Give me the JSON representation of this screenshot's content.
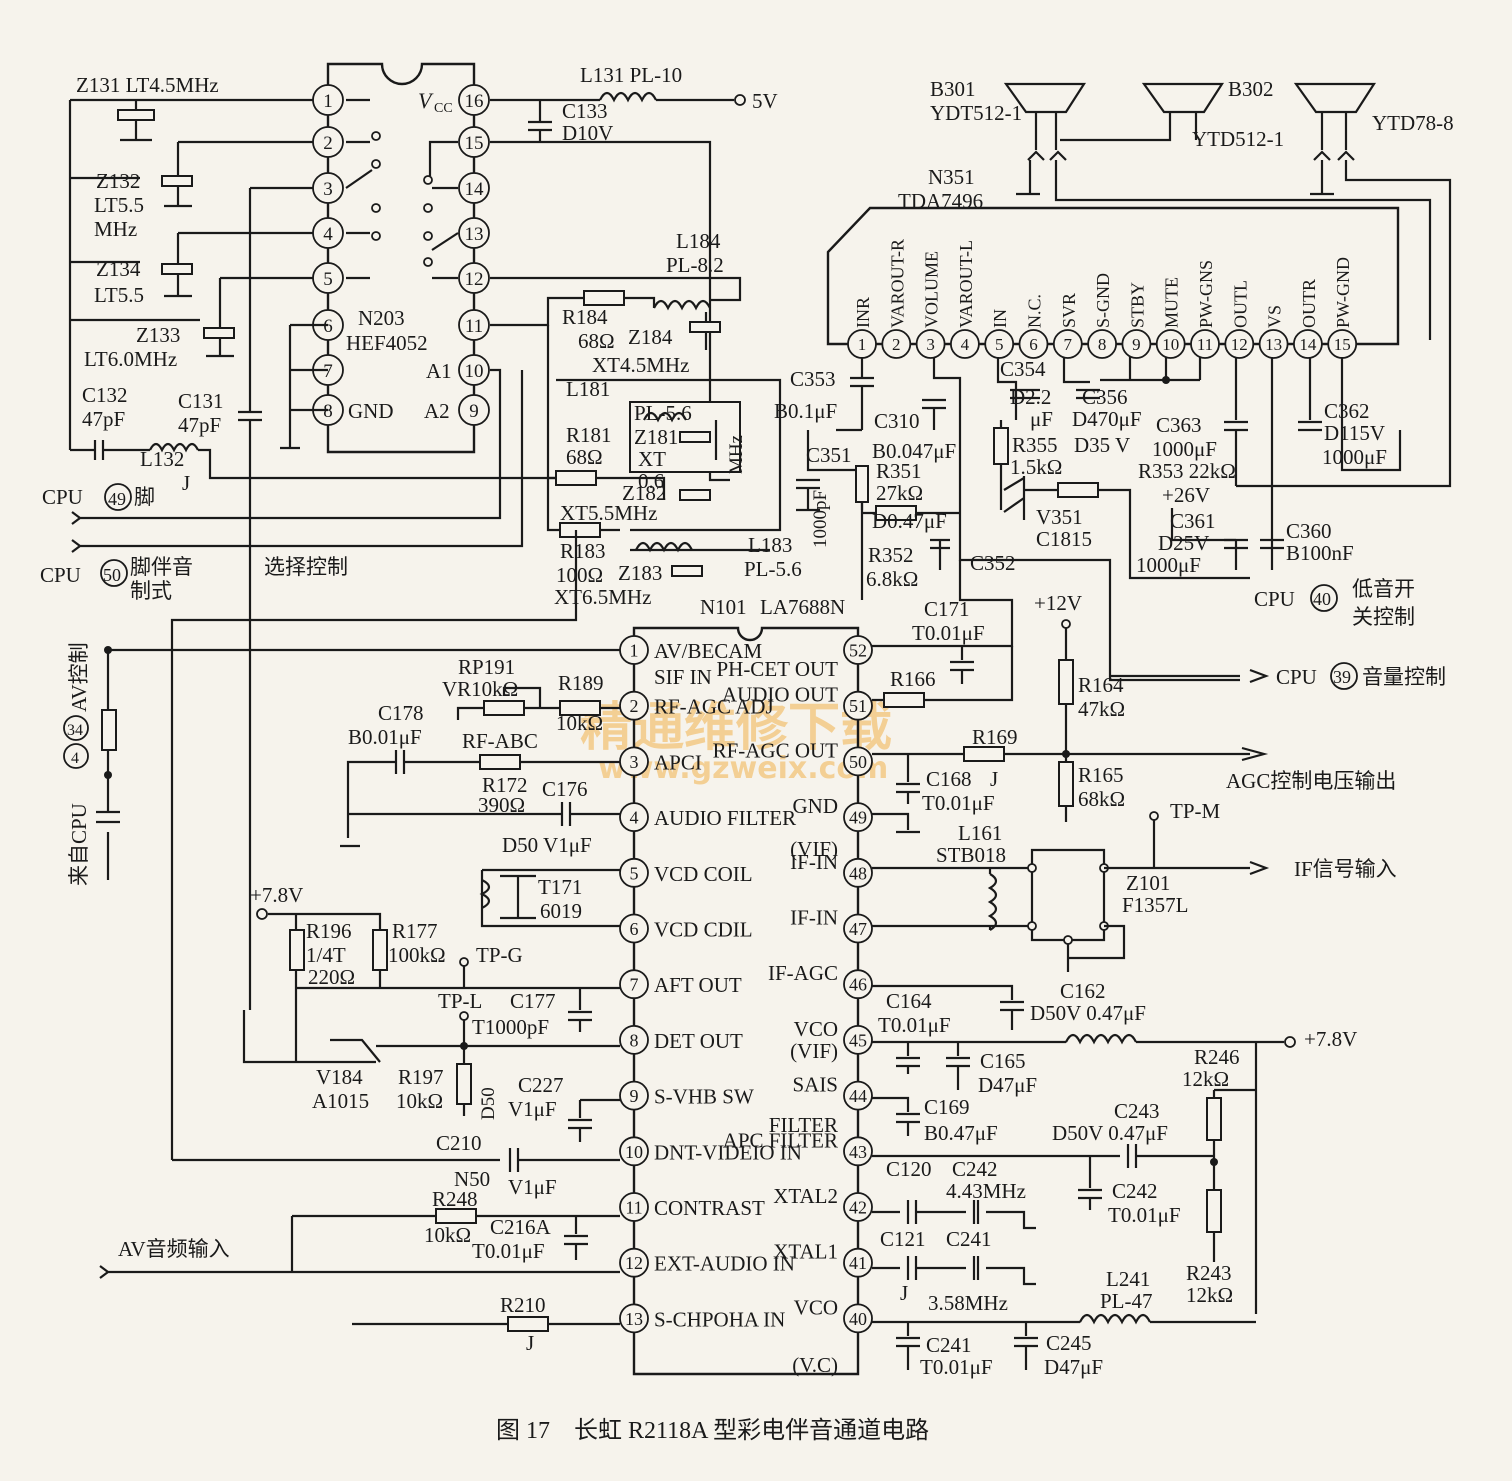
{
  "caption": "图 17　长虹 R2118A 型彩电伴音通道电路",
  "watermark": {
    "line1": "精通维修下载",
    "line2": "www.gzweix.com"
  },
  "n203": {
    "ref": "N203",
    "part": "HEF4052",
    "vcc": "V",
    "vcc_sub": "CC",
    "gnd": "GND",
    "a1": "A1",
    "a2": "A2",
    "pins": [
      "1",
      "2",
      "3",
      "4",
      "5",
      "6",
      "7",
      "8",
      "9",
      "10",
      "11",
      "12",
      "13",
      "14",
      "15",
      "16"
    ]
  },
  "n351": {
    "ref": "N351",
    "part": "TDA7496",
    "pins": [
      "1",
      "2",
      "3",
      "4",
      "5",
      "6",
      "7",
      "8",
      "9",
      "10",
      "11",
      "12",
      "13",
      "14",
      "15"
    ],
    "pin_names": [
      "INR",
      "VAROUT-R",
      "VOLUME",
      "VAROUT-L",
      "IN",
      "N.C.",
      "SVR",
      "S-GND",
      "STBY",
      "MUTE",
      "PW-GNS",
      "OUTL",
      "VS",
      "OUTR",
      "PW-GND"
    ]
  },
  "n101": {
    "ref": "N101",
    "part": "LA7688N",
    "left_nums": [
      "1",
      "2",
      "3",
      "4",
      "5",
      "6",
      "7",
      "8",
      "9",
      "10",
      "11",
      "12",
      "13"
    ],
    "left_names": [
      "AV/BECAM",
      "RF-AGC ADJ",
      "APCI",
      "AUDIO FILTER",
      "VCD COIL",
      "VCD CDIL",
      "AFT OUT",
      "DET OUT",
      "S-VHB SW",
      "DNT-VIDEIO IN",
      "CONTRAST",
      "EXT-AUDIO IN",
      "S-CHPOHA IN"
    ],
    "right_nums": [
      "52",
      "51",
      "50",
      "49",
      "48",
      "47",
      "46",
      "45",
      "44",
      "43",
      "42",
      "41",
      "40"
    ],
    "right_names": [
      "PH-CET OUT",
      "AUDIO OUT",
      "RF-AGC OUT",
      "GND",
      "IF-IN",
      "IF-IN",
      "IF-AGC",
      "VCO",
      "SAIS",
      "APC FILTER",
      "XTAL2",
      "XTAL1",
      "VCO"
    ],
    "extra": [
      "SIF IN",
      "(VIF)",
      "(VIF)",
      "FILTER",
      "(V.C)"
    ]
  },
  "speakers": [
    {
      "ref": "B301",
      "model": "YDT512-1"
    },
    {
      "ref": "B302",
      "model": "YTD512-1"
    },
    {
      "ref": "",
      "model": "YTD78-8"
    }
  ],
  "labels": {
    "z131": "Z131 LT4.5MHz",
    "z132a": "Z132",
    "z132b": "LT5.5",
    "z132c": "MHz",
    "z134a": "Z134",
    "z134b": "LT5.5",
    "z133a": "Z133",
    "z133b": "LT6.0MHz",
    "c132a": "C132",
    "c132b": "47pF",
    "c131a": "C131",
    "c131b": "47pF",
    "l132a": "L132",
    "l132b": "J",
    "l131": "L131 PL-10",
    "v5": "5V",
    "c133a": "C133",
    "c133b": "D10V",
    "l184a": "L184",
    "l184b": "PL-8.2",
    "r184a": "R184",
    "r184b": "68Ω",
    "z184": "Z184",
    "xt45": "XT4.5MHz",
    "l181": "L181",
    "pl56a": "PL-5.6",
    "z181": "Z181",
    "xt": "XT",
    "x06": "0.6",
    "mhz": "MHz",
    "r181a": "R181",
    "r181b": "68Ω",
    "z182": "Z182",
    "xt55": "XT5.5MHz",
    "r183a": "R183",
    "r183b": "100Ω",
    "z183": "Z183",
    "xt65": "XT6.5MHz",
    "l183a": "L183",
    "l183b": "PL-5.6",
    "cpu49a": "CPU",
    "cpu49n": "49",
    "cpu49b": "脚",
    "cpu50a": "CPU",
    "cpu50n": "50",
    "cpu50b": "脚伴音",
    "cpu50c": "制式",
    "select": "选择控制",
    "avctl": "AV控制",
    "cpu34": "34",
    "cpu4": "4",
    "fromcpu": "来自CPU",
    "c353": "C353",
    "c353b": "B0.1μF",
    "c310": "C310",
    "c310b": "B0.047μF",
    "c351": "C351",
    "c351b": "1000pF",
    "r351": "R351",
    "r351b": "27kΩ",
    "r351c": "D0.47μF",
    "r352": "R352",
    "r352b": "6.8kΩ",
    "c352": "C352",
    "c354": "C354",
    "d22": "D2.2",
    "uf": "μF",
    "r355": "R355",
    "r355b": "1.5kΩ",
    "v351": "V351",
    "c1815": "C1815",
    "c356": "C356",
    "c356b": "D470μF",
    "d35": "D35 V",
    "c363": "C363",
    "c363b": "1000μF",
    "r353": "R353 22kΩ",
    "c362": "C362",
    "c362b": "D115V",
    "c362c": "1000μF",
    "v26": "+26V",
    "c361": "C361",
    "c361b": "D25V",
    "c361c": "1000μF",
    "c360": "C360",
    "c360b": "B100nF",
    "cpu40": "CPU",
    "cpu40n": "40",
    "bass1": "低音开",
    "bass2": "关控制",
    "c171": "C171",
    "c171b": "T0.01μF",
    "v12": "+12V",
    "r166": "R166",
    "r164": "R164",
    "r164b": "47kΩ",
    "cpu39": "CPU",
    "cpu39n": "39",
    "vol": "音量控制",
    "r169": "R169",
    "r169b": "J",
    "r165": "R165",
    "r165b": "68kΩ",
    "agcout": "AGC控制电压输出",
    "c168": "C168",
    "c168b": "T0.01μF",
    "tpm": "TP-M",
    "l161": "L161",
    "l161b": "STB018",
    "ifin": "IF信号输入",
    "z101": "Z101",
    "z101b": "F1357L",
    "c162": "C162",
    "c162b": "D50V 0.47μF",
    "c164": "C164",
    "c164b": "T0.01μF",
    "v78r": "+7.8V",
    "c165": "C165",
    "c165b": "D47μF",
    "r246": "R246",
    "r246b": "12kΩ",
    "c169": "C169",
    "c169b": "B0.47μF",
    "c243": "C243",
    "c243b": "D50V 0.47μF",
    "c120": "C120",
    "c242a": "C242",
    "c242b": "4.43MHz",
    "c242c": "C242",
    "c242d": "T0.01μF",
    "c121": "C121",
    "c241a": "C241",
    "c241b": "3.58MHz",
    "j": "J",
    "r243": "R243",
    "r243b": "12kΩ",
    "l241": "L241",
    "l241b": "PL-47",
    "c241c": "C241",
    "c241d": "T0.01μF",
    "c245": "C245",
    "c245b": "D47μF",
    "rp191": "RP191",
    "vr10k": "VR10kΩ",
    "r189": "R189",
    "r189b": "10kΩ",
    "c178": "C178",
    "c178b": "B0.01μF",
    "rfabc": "RF-ABC",
    "r172": "R172",
    "r172b": "390Ω",
    "c176": "C176",
    "c176b": "D50 V1μF",
    "t171": "T171",
    "t171b": "6019",
    "v78l": "+7.8V",
    "r196": "R196",
    "r196b": "1/4T",
    "r196c": "220Ω",
    "r177": "R177",
    "r177b": "100kΩ",
    "tpg": "TP-G",
    "tpl": "TP-L",
    "c177": "C177",
    "c177b": "T1000pF",
    "v184": "V184",
    "v184b": "A1015",
    "r197": "R197",
    "r197b": "10kΩ",
    "d50": "D50",
    "c227": "C227",
    "c227b": "V1μF",
    "c210": "C210",
    "c210b": "V1μF",
    "n50": "N50",
    "r248": "R248",
    "r248b": "10kΩ",
    "c216": "C216A",
    "c216b": "T0.01μF",
    "avin": "AV音频输入",
    "r210": "R210",
    "r210b": "J"
  }
}
